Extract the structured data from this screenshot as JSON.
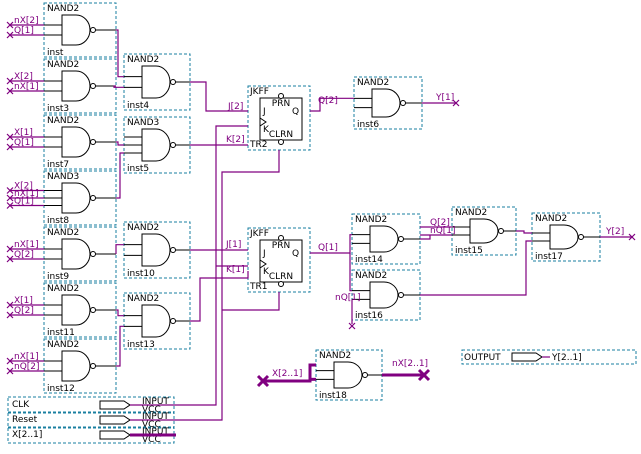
{
  "schematic": {
    "gates": [
      {
        "type": "NAND2",
        "inst": "inst",
        "inputs": [
          "nX[2]",
          "Q[1]"
        ]
      },
      {
        "type": "NAND2",
        "inst": "inst3",
        "inputs": [
          "X[2]",
          "nX[1]"
        ]
      },
      {
        "type": "NAND2",
        "inst": "inst7",
        "inputs": [
          "X[1]",
          "Q[1]"
        ]
      },
      {
        "type": "NAND3",
        "inst": "inst8",
        "inputs": [
          "X[2]",
          "nX[1]",
          "Q[1]"
        ]
      },
      {
        "type": "NAND2",
        "inst": "inst9",
        "inputs": [
          "nX[1]",
          "Q[2]"
        ]
      },
      {
        "type": "NAND2",
        "inst": "inst11",
        "inputs": [
          "X[1]",
          "Q[2]"
        ]
      },
      {
        "type": "NAND2",
        "inst": "inst12",
        "inputs": [
          "nX[1]",
          "nQ[2]"
        ]
      },
      {
        "type": "NAND2",
        "inst": "inst4",
        "inputs": []
      },
      {
        "type": "NAND3",
        "inst": "inst5",
        "inputs": []
      },
      {
        "type": "NAND2",
        "inst": "inst10",
        "inputs": []
      },
      {
        "type": "NAND2",
        "inst": "inst13",
        "inputs": []
      },
      {
        "type": "NAND2",
        "inst": "inst6",
        "inputs": []
      },
      {
        "type": "NAND2",
        "inst": "inst14",
        "inputs": []
      },
      {
        "type": "NAND2",
        "inst": "inst16",
        "inputs": []
      },
      {
        "type": "NAND2",
        "inst": "inst15",
        "inputs": [
          "Q[2]",
          "nQ[1]"
        ]
      },
      {
        "type": "NAND2",
        "inst": "inst17",
        "inputs": []
      },
      {
        "type": "NAND2",
        "inst": "inst18",
        "inputs": []
      }
    ],
    "flipflops": [
      {
        "type": "JKFF",
        "inst": "TR2",
        "j": "J",
        "k": "K",
        "prn": "PRN",
        "clrn": "CLRN",
        "q": "Q",
        "in_j": "J[2]",
        "in_k": "K[2]",
        "out": "Q[2]"
      },
      {
        "type": "JKFF",
        "inst": "TR1",
        "j": "J",
        "k": "K",
        "prn": "PRN",
        "clrn": "CLRN",
        "q": "Q",
        "in_j": "J[1]",
        "in_k": "K[1]",
        "out": "Q[1]"
      }
    ],
    "signals": {
      "y1": "Y[1]",
      "y2": "Y[2]",
      "nq1": "nQ[1]",
      "nq1_pin": "nQ[1]",
      "bus_in": "X[2..1]",
      "bus_out": "nX[2..1]",
      "output_bus": "Y[2..1]"
    },
    "io": {
      "input_word": "INPUT",
      "vcc_word": "VCC",
      "output_word": "OUTPUT",
      "clk": "CLK",
      "reset": "Reset",
      "x_bus": "X[2..1]"
    }
  }
}
